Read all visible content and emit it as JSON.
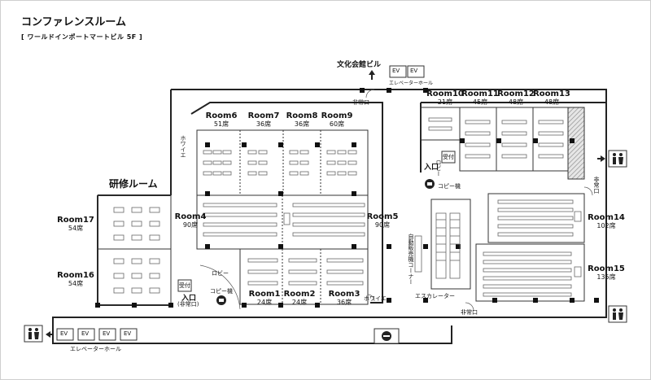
{
  "header": {
    "title": "コンファレンスルーム",
    "subtitle": "[ ワールドインポートマートビル 5F ]"
  },
  "rooms": [
    {
      "id": "room1",
      "name": "Room1",
      "seats": "24席"
    },
    {
      "id": "room2",
      "name": "Room2",
      "seats": "24席"
    },
    {
      "id": "room3",
      "name": "Room3",
      "seats": "36席"
    },
    {
      "id": "room4",
      "name": "Room4",
      "seats": "90席"
    },
    {
      "id": "room5",
      "name": "Room5",
      "seats": "90席"
    },
    {
      "id": "room6",
      "name": "Room6",
      "seats": "51席"
    },
    {
      "id": "room7",
      "name": "Room7",
      "seats": "36席"
    },
    {
      "id": "room8",
      "name": "Room8",
      "seats": "36席"
    },
    {
      "id": "room9",
      "name": "Room9",
      "seats": "60席"
    },
    {
      "id": "room10",
      "name": "Room10",
      "seats": "21席"
    },
    {
      "id": "room11",
      "name": "Room11",
      "seats": "45席"
    },
    {
      "id": "room12",
      "name": "Room12",
      "seats": "48席"
    },
    {
      "id": "room13",
      "name": "Room13",
      "seats": "48席"
    },
    {
      "id": "room14",
      "name": "Room14",
      "seats": "102席"
    },
    {
      "id": "room15",
      "name": "Room15",
      "seats": "135席"
    },
    {
      "id": "room16",
      "name": "Room16",
      "seats": "54席"
    },
    {
      "id": "room17",
      "name": "Room17",
      "seats": "54席"
    }
  ],
  "labels": {
    "training_room": "研修ルーム",
    "bunka_building": "文化会館ビル",
    "ev": "EV",
    "elevator_hall": "エレベーターホール",
    "emergency_exit": "非常口",
    "foyer": "ホワイエ",
    "lobby": "ロビー",
    "copier": "コピー機",
    "reception": "受付",
    "entrance": "入口",
    "entrance_emergency": "(非常口)",
    "escalator": "エスカレーター",
    "vending": "自動販売機コーナー"
  },
  "colors": {
    "wall": "#222222",
    "line": "#555555",
    "hatch": "#9a9a9a",
    "furniture": "#666666",
    "frame": "#cfcfcf"
  },
  "icons": [
    "restroom-icon",
    "arrow-up-icon",
    "smoking-icon",
    "copier-icon",
    "elevator-icon",
    "escalator-icon"
  ]
}
